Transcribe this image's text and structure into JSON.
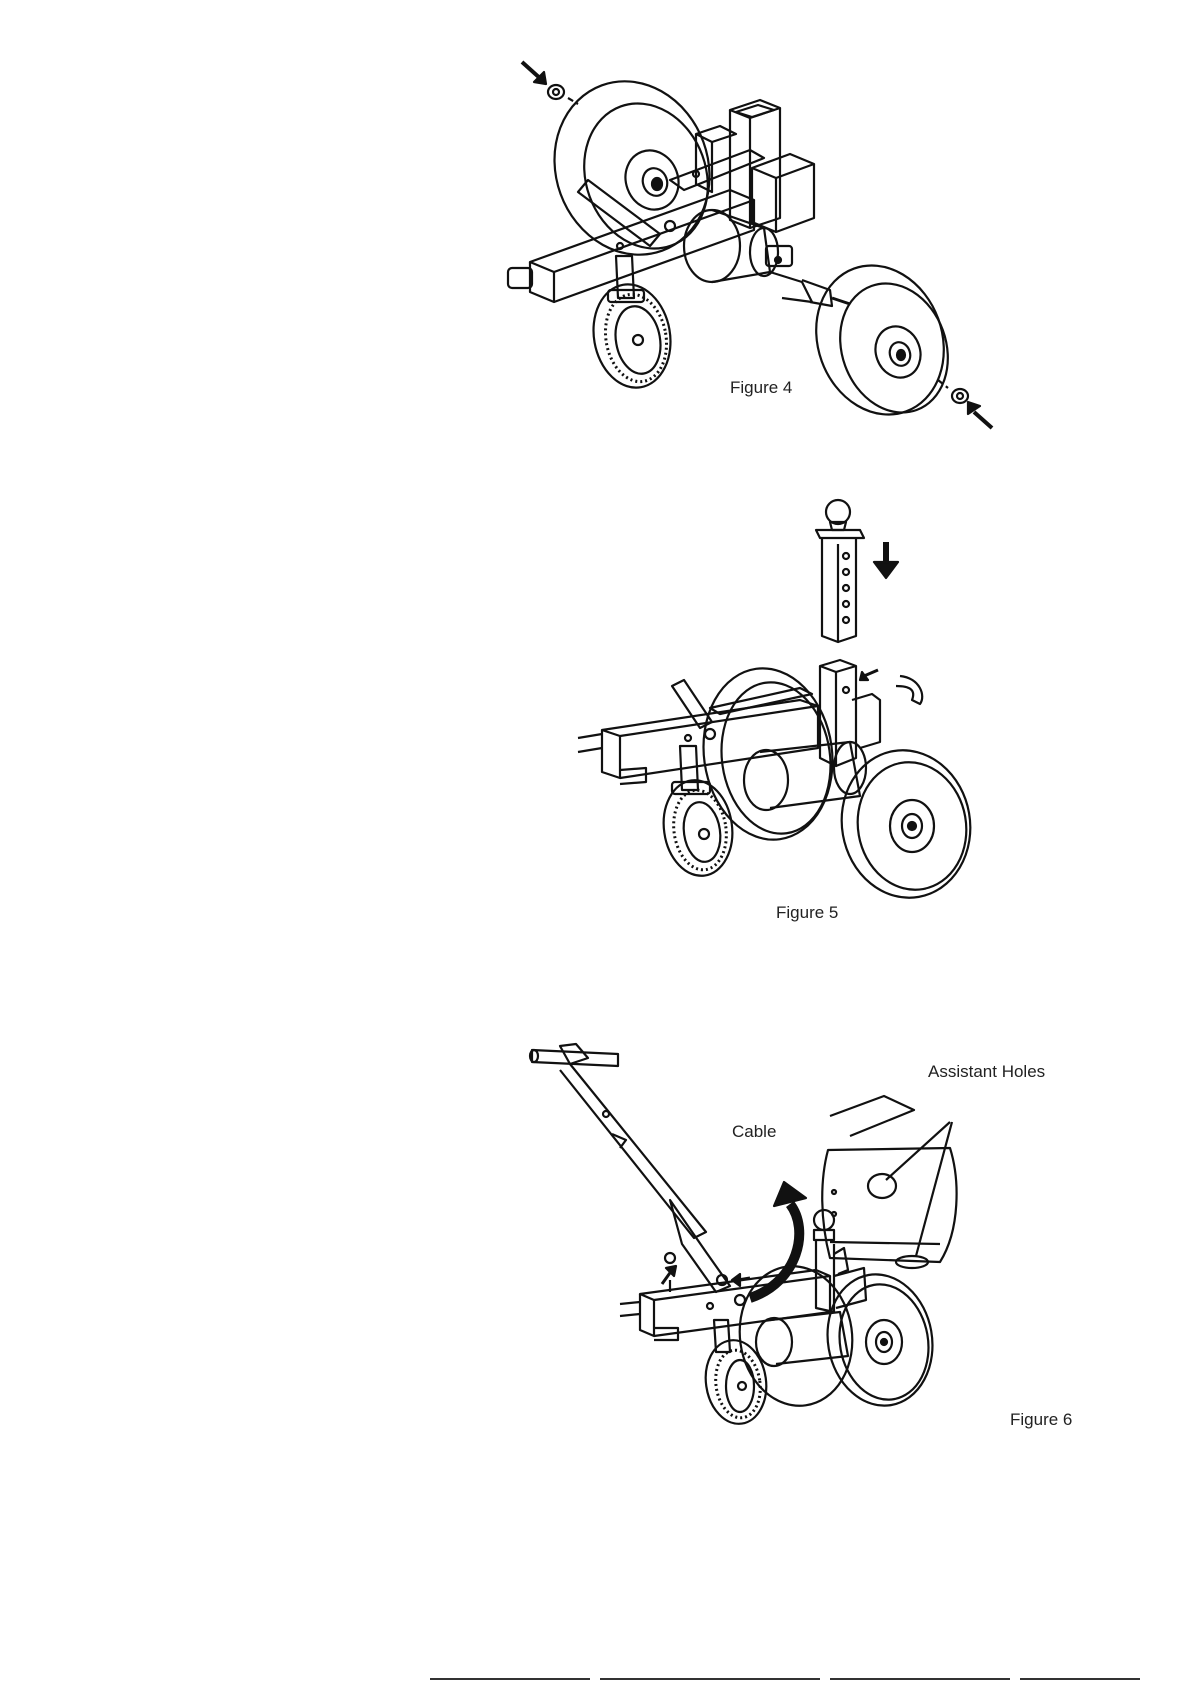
{
  "figures": [
    {
      "caption": "Figure 4"
    },
    {
      "caption": "Figure 5"
    },
    {
      "caption": "Figure 6",
      "labels": {
        "assistant_holes": "Assistant Holes",
        "cable": "Cable"
      }
    }
  ]
}
